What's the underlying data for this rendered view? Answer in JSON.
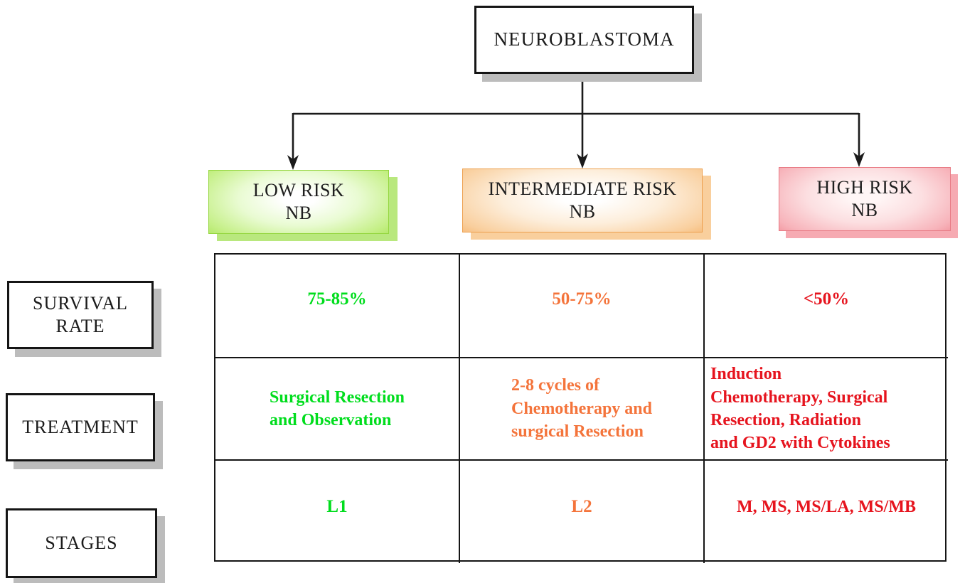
{
  "title": {
    "label": "NEUROBLASTOMA"
  },
  "branches": [
    {
      "label": "LOW RISK\nNB"
    },
    {
      "label": "INTERMEDIATE RISK\nNB"
    },
    {
      "label": "HIGH RISK\nNB"
    }
  ],
  "rows": [
    {
      "label": "SURVIVAL\nRATE",
      "values": [
        "75-85%",
        "50-75%",
        "<50%"
      ]
    },
    {
      "label": "TREATMENT",
      "values": [
        "Surgical Resection\nand Observation",
        "2-8 cycles of\nChemotherapy and\nsurgical Resection",
        "Induction\nChemotherapy, Surgical\nResection, Radiation\nand GD2 with Cytokines"
      ]
    },
    {
      "label": "STAGES",
      "values": [
        "L1",
        "L2",
        "M, MS, MS/LA, MS/MB"
      ]
    }
  ],
  "colors": {
    "low_text": "#00dd1d",
    "intermediate_text": "#f4743b",
    "high_text": "#e6141e",
    "low_box_edge": "#a4e24e",
    "intermediate_box_edge": "#f5ad60",
    "high_box_edge": "#f0858f",
    "connector": "#1a1a1a",
    "shadow_gray": "#bcbcbc"
  }
}
